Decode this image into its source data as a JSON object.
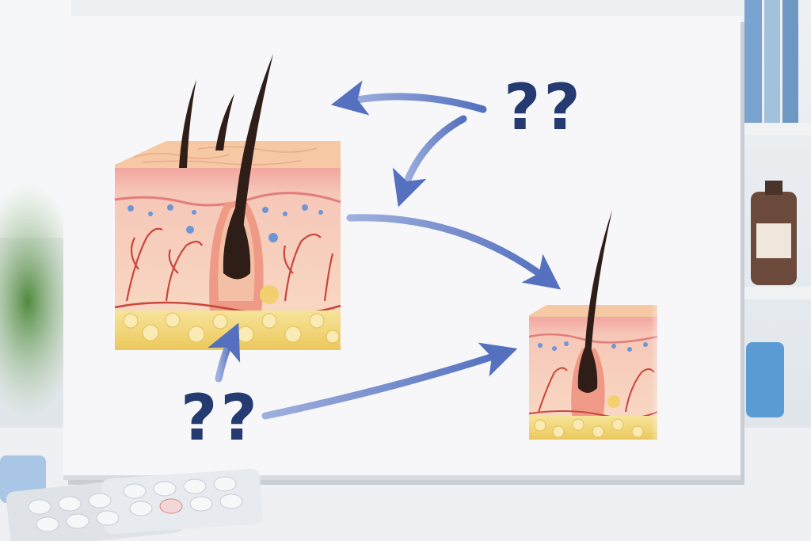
{
  "labels": {
    "question_top": "??",
    "question_bottom": "??"
  },
  "colors": {
    "arrow": "#5872bf",
    "question_mark": "#243a70",
    "board": "#f7f7f9",
    "skin_surface": "#f6c8a4",
    "fat_layer": "#f3dc84",
    "hair": "#2f1d18",
    "blood_vessel": "#c9463c"
  },
  "diagram": {
    "nodes": [
      "skin-cross-section-large",
      "skin-cross-section-small",
      "question-marks-top",
      "question-marks-bottom"
    ],
    "edges": [
      {
        "from": "question-marks-top",
        "to": "skin-cross-section-large"
      },
      {
        "from": "question-marks-top",
        "to": "skin-cross-section-large"
      },
      {
        "from": "skin-cross-section-large",
        "to": "skin-cross-section-small"
      },
      {
        "from": "question-marks-bottom",
        "to": "skin-cross-section-large"
      },
      {
        "from": "question-marks-bottom",
        "to": "skin-cross-section-small"
      }
    ]
  }
}
